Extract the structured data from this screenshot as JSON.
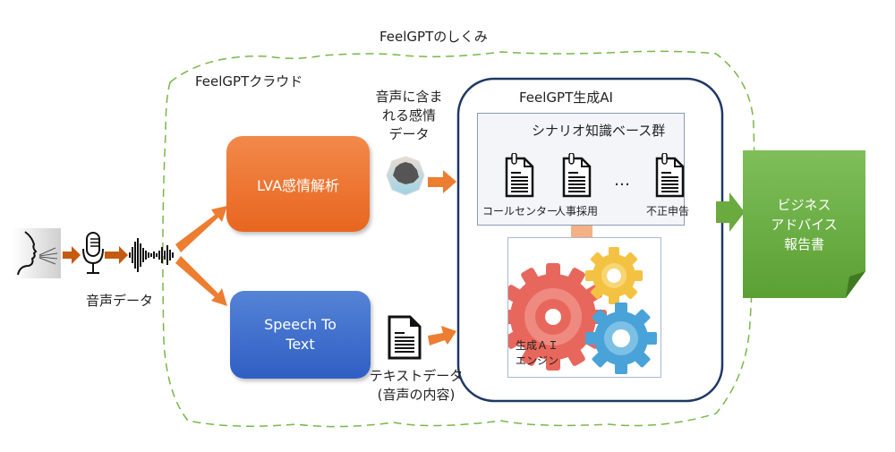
{
  "diagram": {
    "title": "FeelGPTのしくみ",
    "cloud_label": "FeelGPTクラウド",
    "input": {
      "speaker_icon": "speaking-person-icon",
      "mic_icon": "microphone-icon",
      "wave_icon": "sound-wave-icon",
      "label": "音声データ"
    },
    "lva_box": {
      "label": "LVA感情解析"
    },
    "stt_box": {
      "line1": "Speech To",
      "line2": "Text"
    },
    "emotion_data": {
      "line1": "音声に含ま",
      "line2": "れる感情",
      "line3": "データ",
      "icon": "radar-chart-icon"
    },
    "text_data": {
      "line1": "テキストデータ",
      "line2": "(音声の内容)",
      "icon": "document-icon"
    },
    "ai_panel": {
      "title": "FeelGPT生成AI",
      "knowledge_base": {
        "title": "シナリオ知識ベース群",
        "items": [
          {
            "label": "コールセンター",
            "icon": "clipboard-document-icon"
          },
          {
            "label": "人事採用",
            "icon": "clipboard-document-icon"
          },
          {
            "label": "不正申告",
            "icon": "clipboard-document-icon"
          }
        ],
        "ellipsis": "…"
      },
      "engine": {
        "line1": "生成ＡＩ",
        "line2": "エンジン",
        "icon": "gears-icon"
      }
    },
    "output": {
      "line1": "ビジネス",
      "line2": "アドバイス",
      "line3": "報告書"
    },
    "colors": {
      "arrow_orange": "#e8701f",
      "cloud_border": "#7ab648",
      "panel_border": "#1f3864",
      "lva": "#ed7530",
      "stt": "#3b68c9",
      "report": "#6aaa3e",
      "gear_red": "#e8675c",
      "gear_yellow": "#f4c242",
      "gear_blue": "#4aa3d8"
    }
  }
}
